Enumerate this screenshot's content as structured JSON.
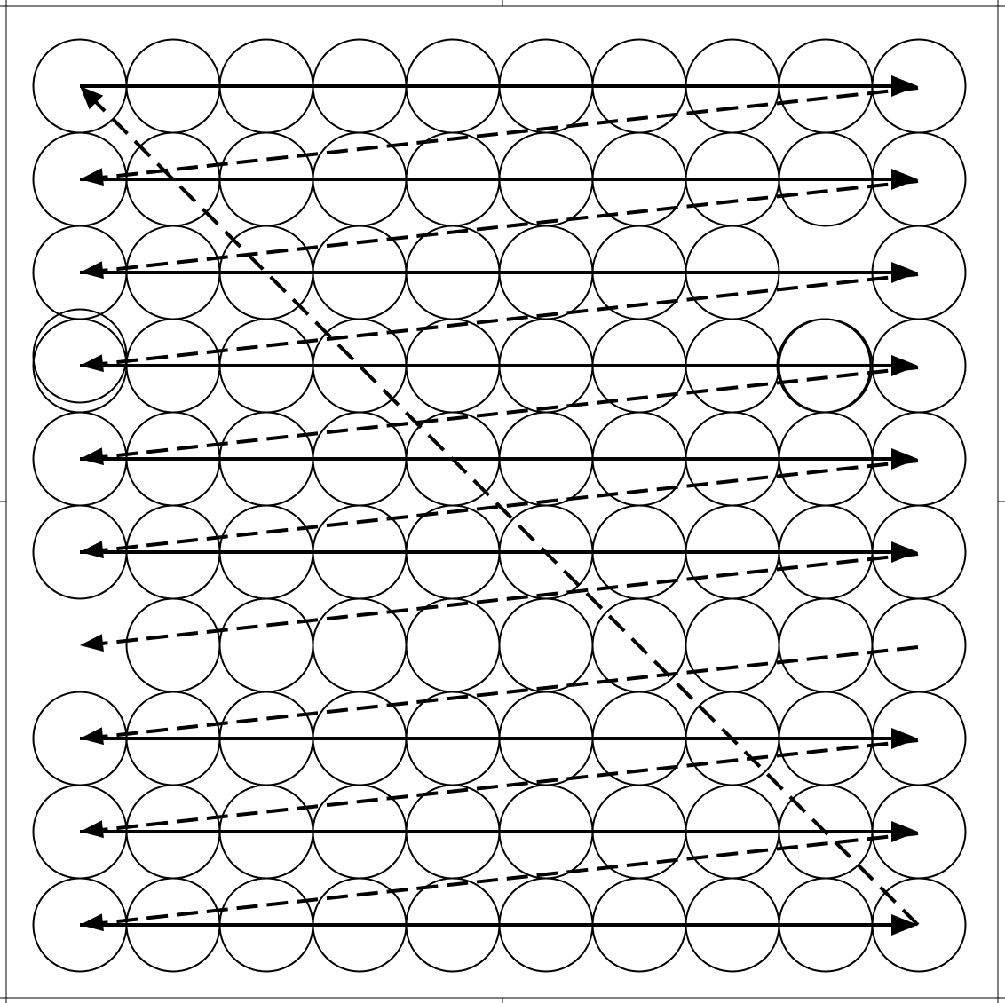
{
  "diagram": {
    "grid": {
      "rows": 10,
      "cols": 10
    },
    "colors": {
      "stroke": "#000000",
      "background": "#ffffff"
    },
    "missing_circles": [
      {
        "row": 2,
        "col": 8
      },
      {
        "row": 6,
        "col": 0
      }
    ],
    "solid_rows": [
      0,
      1,
      2,
      3,
      4,
      5,
      7,
      8,
      9
    ],
    "return_path_from_row": 9,
    "return_path_to_row": 0
  }
}
